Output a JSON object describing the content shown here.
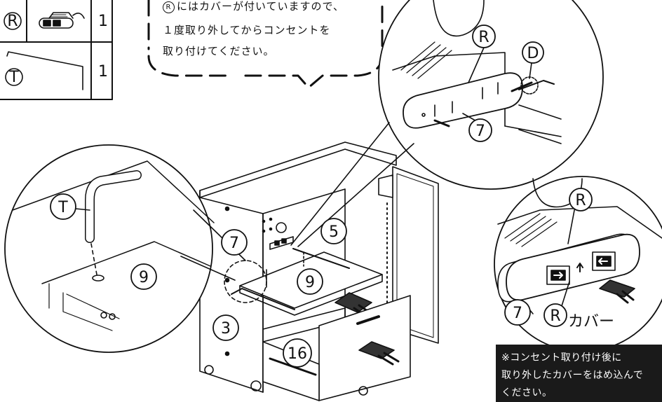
{
  "parts_table": {
    "rows": [
      {
        "part": "R",
        "qty": "1"
      },
      {
        "part": "T",
        "qty": "1"
      }
    ]
  },
  "speech_bubble": {
    "line1": "にはカバーが付いていますので、",
    "line1_symbol": "R",
    "line2": "１度取り外してからコンセントを",
    "line3": "取り付けてください。"
  },
  "callouts": {
    "R": "R",
    "D": "D",
    "T": "T",
    "n3": "3",
    "n5": "5",
    "n7": "7",
    "n9": "9",
    "n16": "16"
  },
  "cover_label": "カバー",
  "note": {
    "line1": "※コンセント取り付け後に",
    "line2": "取り外したカバーをはめ込んで",
    "line3": "ください。"
  }
}
